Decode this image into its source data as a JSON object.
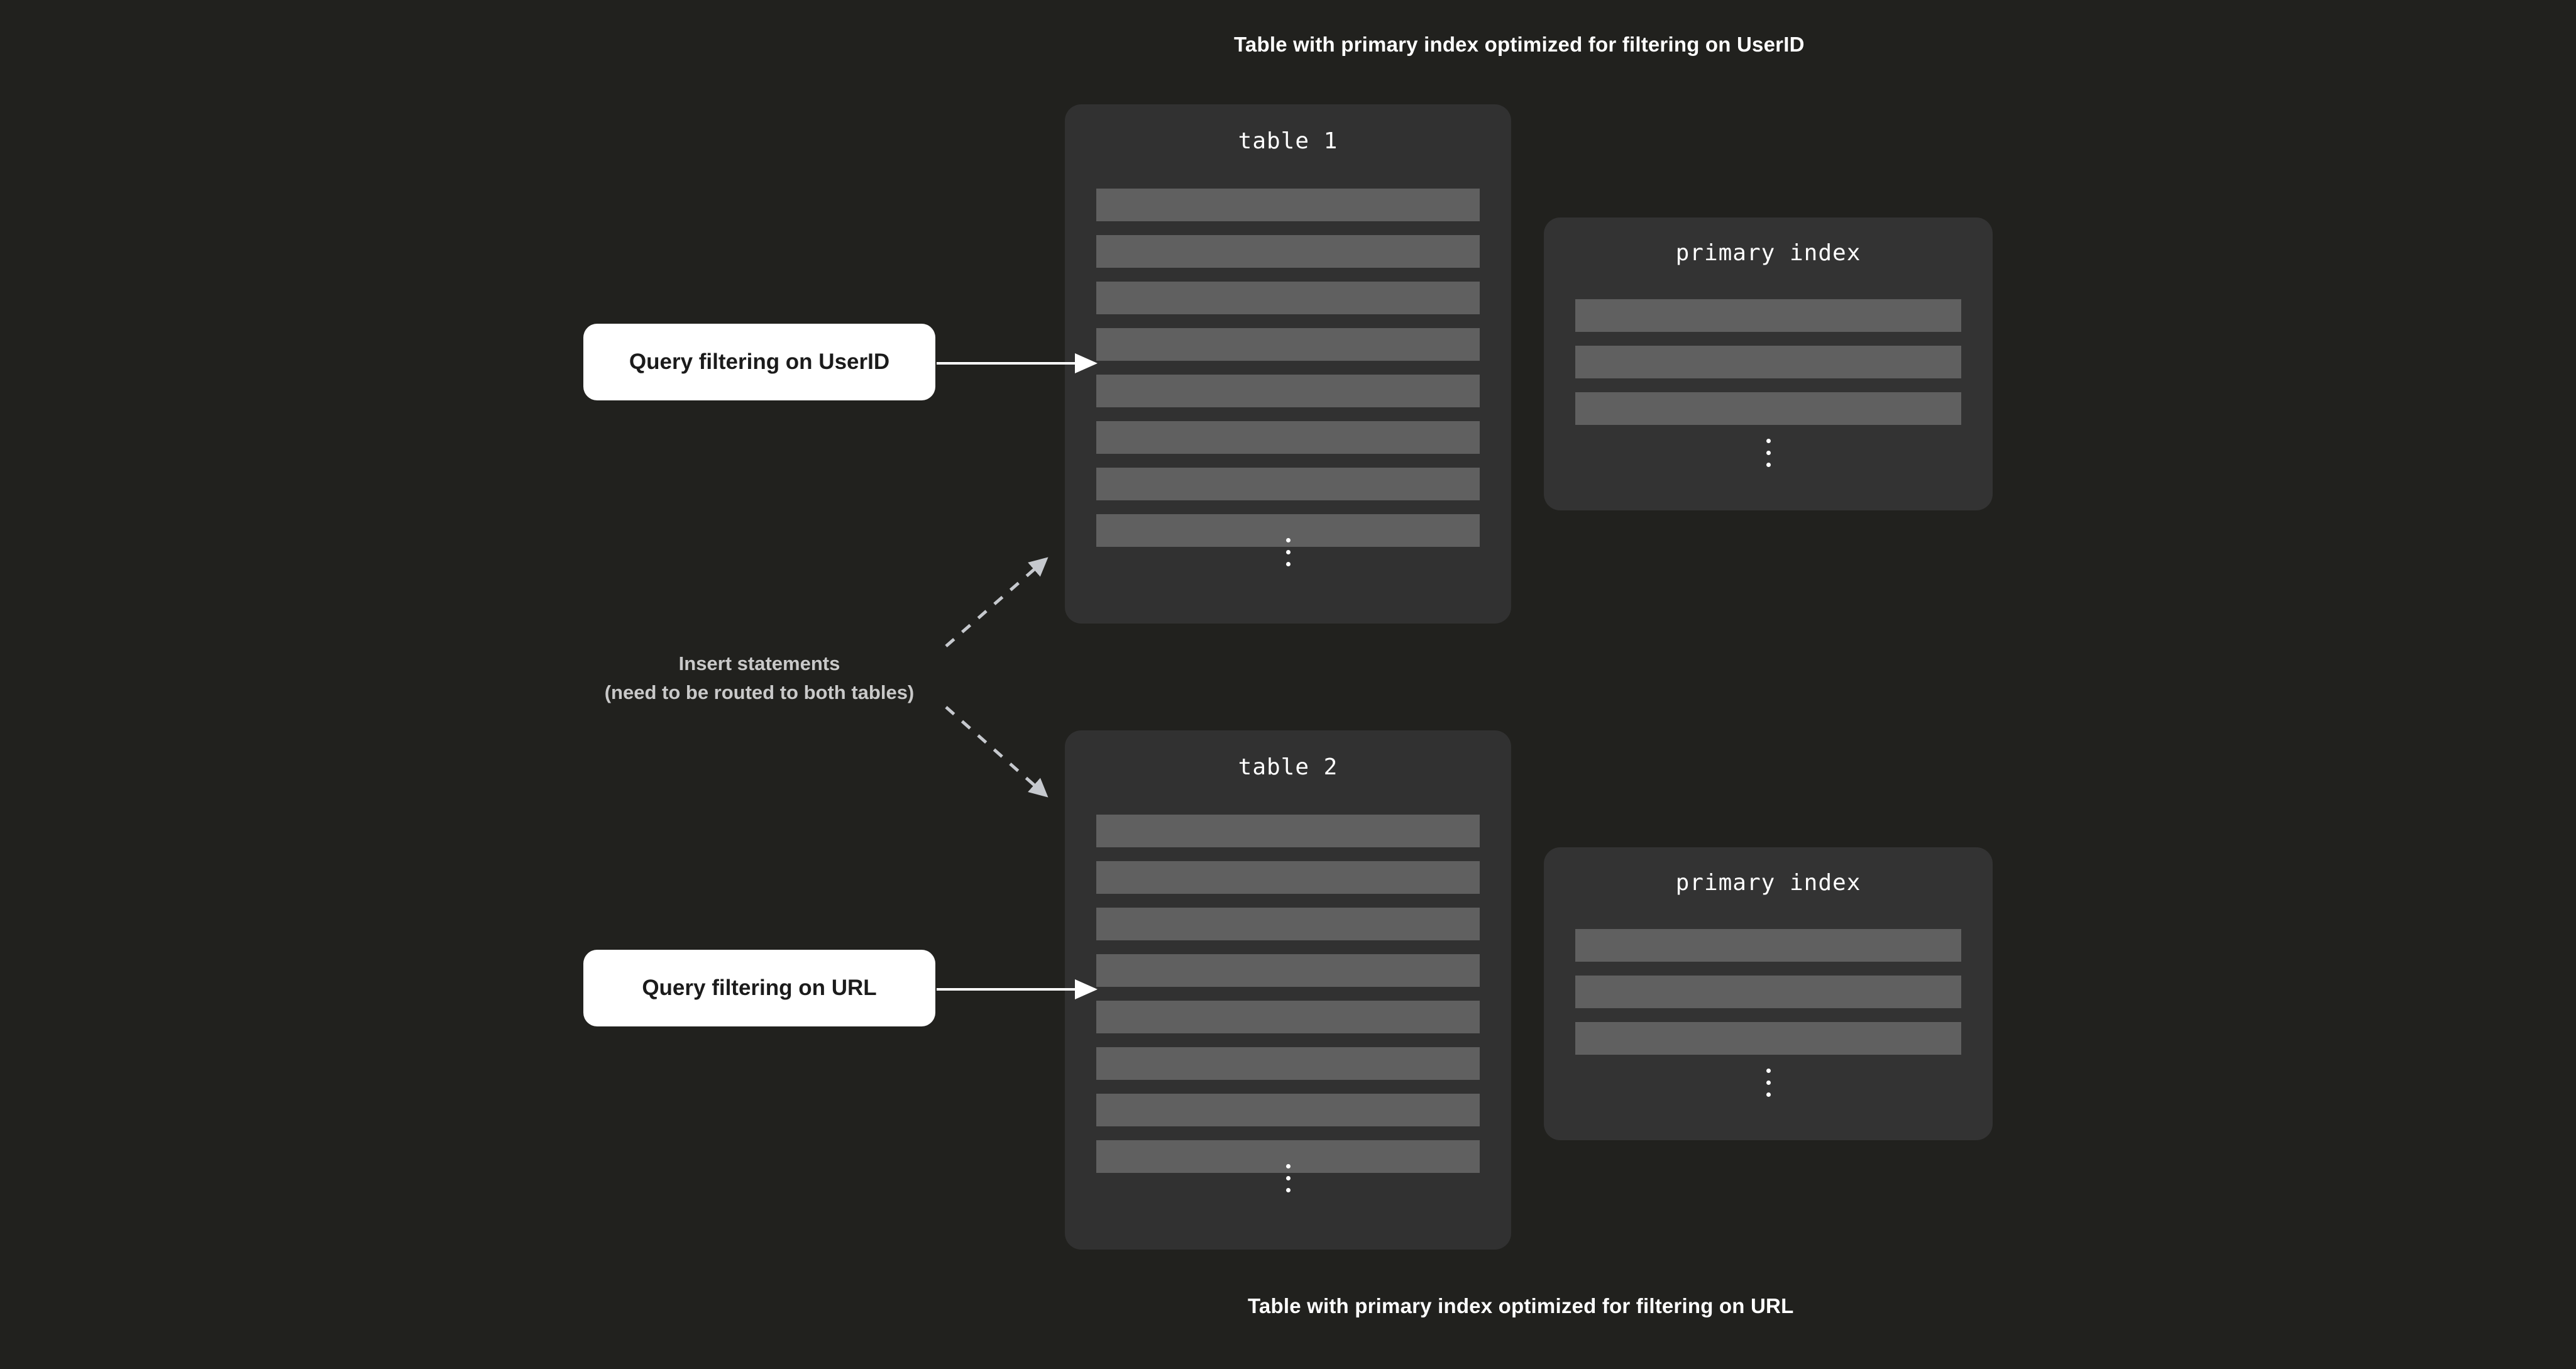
{
  "captions": {
    "top": "Table with primary index optimized for filtering on UserID",
    "bottom": "Table with primary index optimized for filtering on URL"
  },
  "tables": [
    {
      "title": "table 1",
      "row_count": 8,
      "has_ellipsis": true,
      "index": {
        "title": "primary index",
        "row_count": 3,
        "has_ellipsis": true
      }
    },
    {
      "title": "table 2",
      "row_count": 8,
      "has_ellipsis": true,
      "index": {
        "title": "primary index",
        "row_count": 3,
        "has_ellipsis": true
      }
    }
  ],
  "queries": [
    {
      "label": "Query filtering on UserID"
    },
    {
      "label": "Query filtering on URL"
    }
  ],
  "insert_label": {
    "line1": "Insert statements",
    "line2": "(need to be routed to both tables)"
  },
  "colors": {
    "background": "#21211e",
    "card": "#313131",
    "index_card": "#333333",
    "row": "#606060",
    "query_box": "#ffffff",
    "query_text": "#1b1b1b",
    "caption_text": "#ffffff",
    "insert_text": "#c9c9c9",
    "solid_arrow": "#ffffff",
    "dashed_arrow": "#c6c9ce"
  }
}
